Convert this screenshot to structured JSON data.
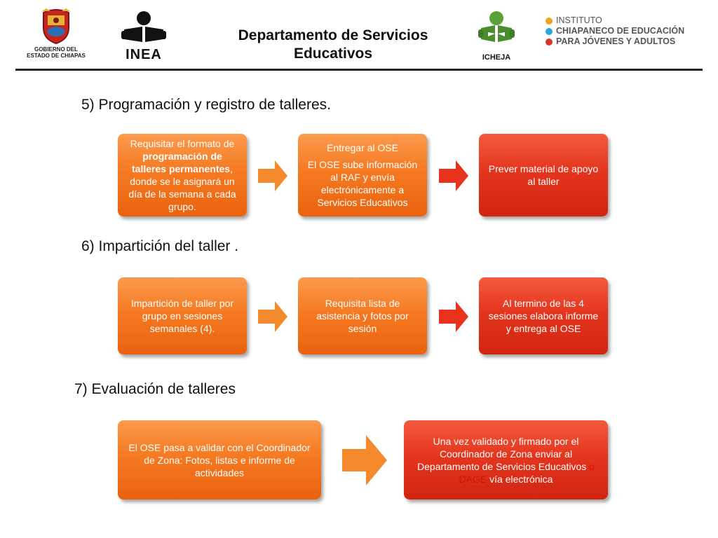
{
  "header": {
    "gobierno_line1": "GOBIERNO DEL",
    "gobierno_line2": "ESTADO DE CHIAPAS",
    "inea": "INEA",
    "title_line1": "Departamento de Servicios",
    "title_line2": "Educativos",
    "icheja": "ICHEJA",
    "instituto_line1": "INSTITUTO",
    "instituto_line2": "CHIAPANECO DE EDUCACIÓN",
    "instituto_line3": "PARA JÓVENES Y ADULTOS"
  },
  "sections": [
    {
      "heading": "5)   Programación y registro de talleres.",
      "boxes": [
        {
          "pre": "Requisitar el formato de ",
          "bold": "programación de talleres permanentes",
          "post": ", donde se le asignará un día de la semana a cada grupo."
        },
        {
          "line1": "Entregar al OSE",
          "line2": "El OSE sube información al RAF y envía electrónicamente a Servicios Educativos"
        },
        {
          "text": "Prever material de apoyo al taller"
        }
      ]
    },
    {
      "heading": "6)   Impartición del taller .",
      "boxes": [
        {
          "text": "Impartición de taller por grupo en sesiones semanales (4)."
        },
        {
          "text": "Requisita lista de asistencia y fotos por sesión"
        },
        {
          "text": "Al termino de las 4 sesiones elabora informe y entrega al OSE"
        }
      ]
    },
    {
      "heading": "7)   Evaluación de talleres",
      "boxes": [
        {
          "text": "El OSE pasa a validar con el Coordinador de Zona: Fotos, listas e informe de actividades"
        },
        {
          "pre": "Una vez validado y firmado por el Coordinador de Zona enviar  al Departamento de Servicios Educativos ",
          "highlight": "o DAGE ",
          "post": "vía electrónica"
        }
      ]
    }
  ],
  "colors": {
    "orange": "#f57a22",
    "red": "#e4361e",
    "arrow_orange": "#f58a2c",
    "arrow_red": "#e8321c",
    "highlight": "#d2140a"
  }
}
